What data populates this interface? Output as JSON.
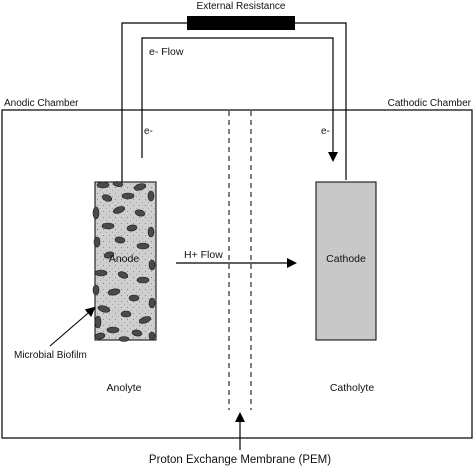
{
  "labels": {
    "external_resistance": "External Resistance",
    "e_flow": "e- Flow",
    "anodic_chamber": "Anodic Chamber",
    "cathodic_chamber": "Cathodic Chamber",
    "e_minus_left": "e-",
    "e_minus_right": "e-",
    "anode": "Anode",
    "h_flow": "H+ Flow",
    "cathode": "Cathode",
    "microbial_biofilm": "Microbial Biofilm",
    "anolyte": "Anolyte",
    "catholyte": "Catholyte",
    "pem": "Proton Exchange Membrane (PEM)"
  },
  "colors": {
    "electrode_anode_fill": "#cfcfcf",
    "electrode_cathode_fill": "#c8c8c8",
    "resistor_fill": "#000000",
    "biofilm_fill": "#4a4a4a",
    "line": "#000000"
  }
}
